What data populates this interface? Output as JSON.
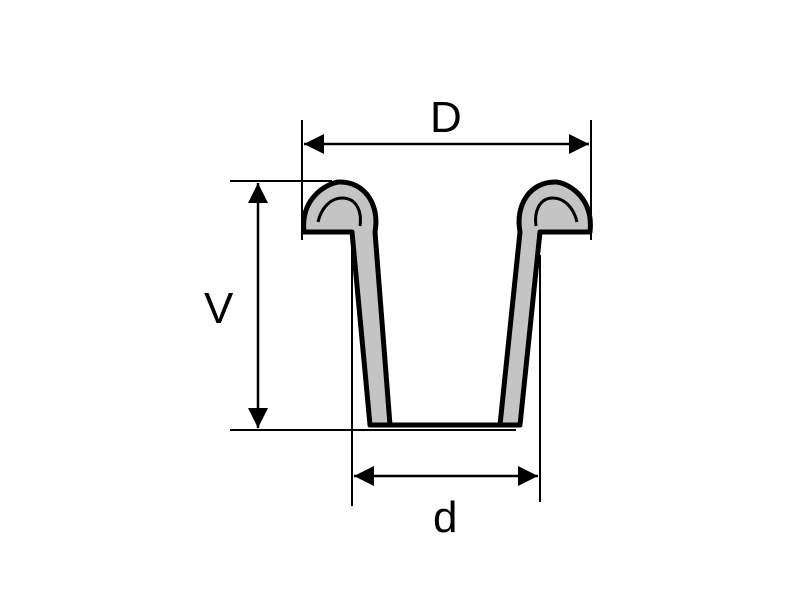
{
  "labels": {
    "outer_diameter": "D",
    "height": "V",
    "inner_diameter": "d"
  },
  "colors": {
    "stroke": "#000000",
    "fill": "#c4c4c4",
    "background": "#ffffff"
  }
}
